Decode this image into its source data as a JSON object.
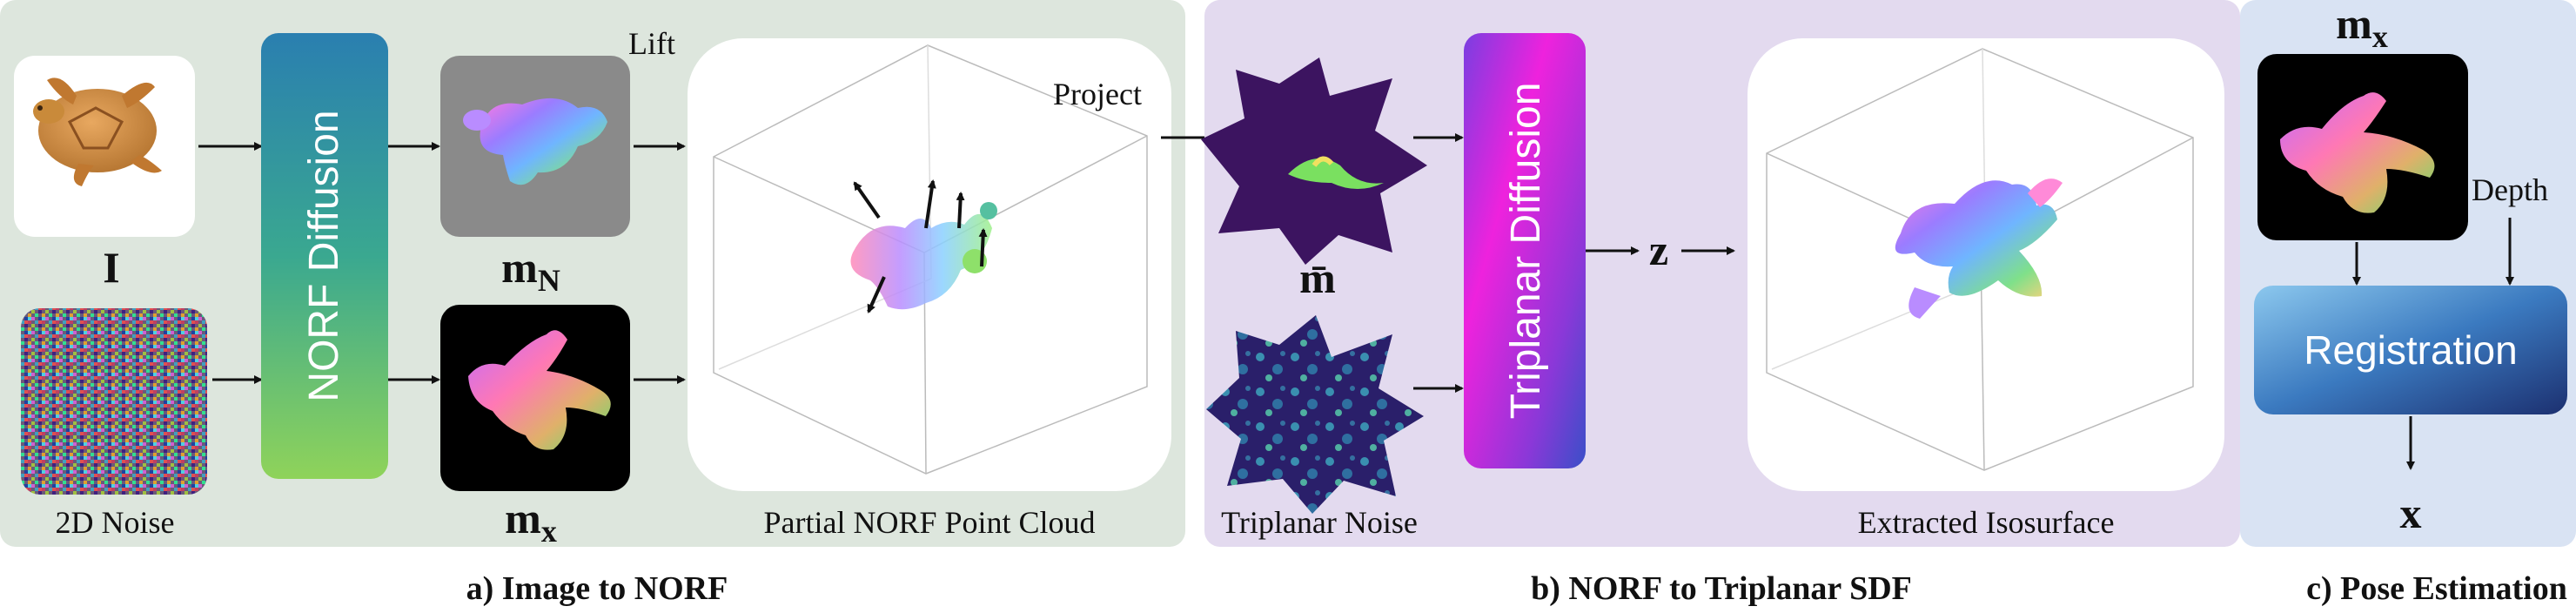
{
  "panels": {
    "a": {
      "caption": "a) Image to NORF",
      "color": "#dde6dd"
    },
    "b": {
      "caption": "b) NORF to Triplanar SDF",
      "color": "#e3daef"
    },
    "c": {
      "caption": "c) Pose Estimation",
      "color": "#d9e3f3"
    }
  },
  "labels": {
    "input_image": "I",
    "noise_2d": "2D Noise",
    "norf_diffusion": "NORF Diffusion",
    "m_n_base": "m",
    "m_n_sub": "N",
    "m_x_base": "m",
    "m_x_sub": "x",
    "lift": "Lift",
    "project": "Project",
    "point_cloud": "Partial NORF Point Cloud",
    "m_bar": "m̄",
    "triplanar_noise": "Triplanar Noise",
    "triplanar_diffusion": "Triplanar Diffusion",
    "z": "z",
    "isosurface": "Extracted Isosurface",
    "c_m_x_base": "m",
    "c_m_x_sub": "x",
    "depth": "Depth",
    "registration": "Registration",
    "output_x": "x"
  },
  "colors": {
    "arrow": "#111111",
    "norf_grad_top": "#2a7fb0",
    "norf_grad_bottom": "#8fd35a",
    "triplanar_grad_top": "#ee22dd",
    "triplanar_grad_bottom": "#3a4fc8",
    "registration_grad_left": "#7ab7e3",
    "registration_grad_right": "#1c3f86",
    "turtle_shell": "#c98a3a",
    "dark_bg": "#000000",
    "gray_bg": "#8a8a8a"
  }
}
